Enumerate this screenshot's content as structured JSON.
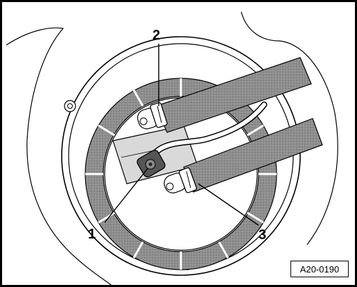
{
  "figure": {
    "callouts": {
      "c1": "1",
      "c2": "2",
      "c3": "3"
    },
    "reference": "A20-0190"
  }
}
